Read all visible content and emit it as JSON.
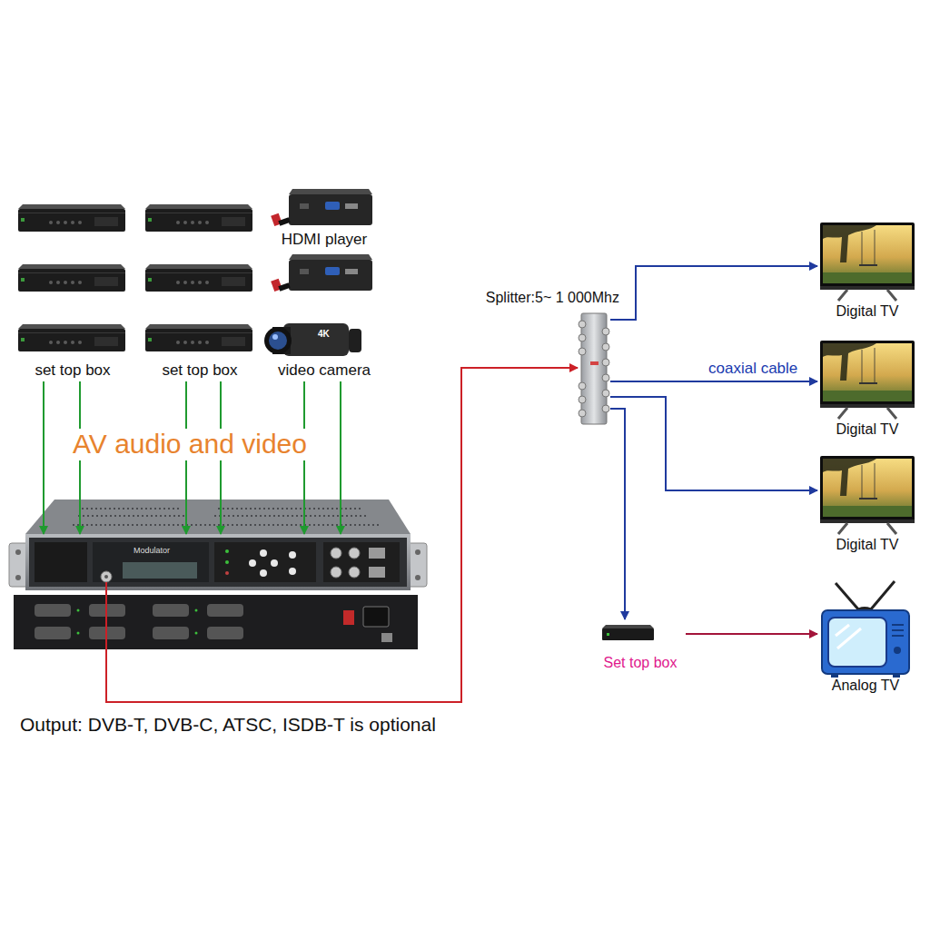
{
  "diagram": {
    "nodes": [
      {
        "text": [
          "set top box"
        ]
      },
      {
        "text": [
          "set top box"
        ]
      },
      {
        "text": [
          "HDMI player",
          "video camera"
        ]
      },
      {
        "text": [
          "Modulator"
        ]
      },
      {
        "text": [
          "Splitter:5~ 1 000Mhz"
        ]
      },
      {
        "text": [
          "Digital TV"
        ]
      },
      {
        "text": [
          "Digital TV"
        ]
      },
      {
        "text": [
          "Digital TV"
        ]
      },
      {
        "text": [
          "Set top box"
        ]
      },
      {
        "text": [
          "Analog TV"
        ]
      }
    ],
    "edges": [
      {
        "from": 0,
        "to": 3,
        "arrow": "to"
      },
      {
        "from": 0,
        "to": 3,
        "arrow": "to"
      },
      {
        "from": 1,
        "to": 3,
        "arrow": "to"
      },
      {
        "from": 1,
        "to": 3,
        "arrow": "to"
      },
      {
        "from": 2,
        "to": 3,
        "arrow": "to"
      },
      {
        "from": 2,
        "to": 3,
        "arrow": "to"
      },
      {
        "from": 3,
        "to": 4,
        "arrow": "to"
      },
      {
        "from": 4,
        "to": 5,
        "arrow": "to"
      },
      {
        "from": 4,
        "to": 6,
        "arrow": "to",
        "label": "coaxial cable"
      },
      {
        "from": 4,
        "to": 7,
        "arrow": "to"
      },
      {
        "from": 4,
        "to": 8,
        "arrow": "to"
      },
      {
        "from": 8,
        "to": 9,
        "arrow": "to"
      }
    ],
    "labels": [
      "AV audio and video",
      "Output: DVB-T, DVB-C, ATSC, ISDB-T is optional",
      "4K"
    ]
  }
}
